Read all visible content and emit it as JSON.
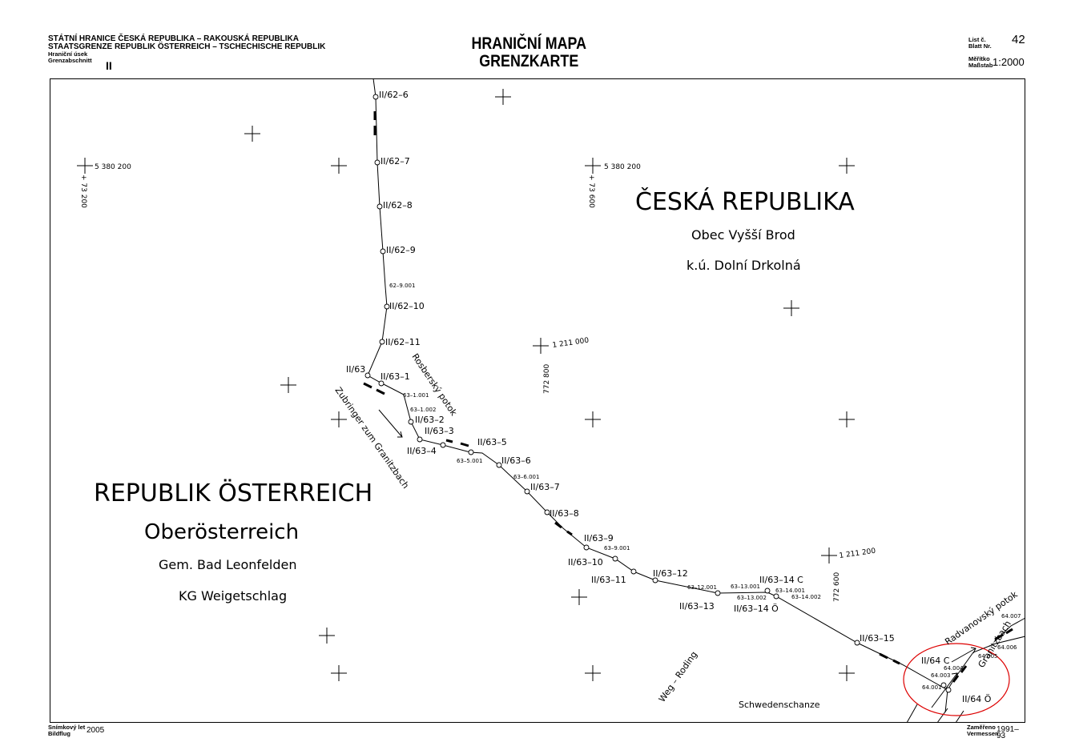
{
  "header": {
    "title_cz_line1": "STÁTNÍ HRANICE ČESKÁ REPUBLIKA – RAKOUSKÁ REPUBLIKA",
    "title_de_line2": "STAATSGRENZE REPUBLIK ÖSTERREICH – TSCHECHISCHE REPUBLIK",
    "section_label_cz": "Hraniční úsek",
    "section_label_de": "Grenzabschnitt",
    "section_value": "II",
    "map_title_cz": "HRANIČNÍ MAPA",
    "map_title_de": "GRENZKARTE",
    "sheet_label_cz": "List č.",
    "sheet_label_de": "Blatt Nr.",
    "sheet_number": "42",
    "scale_label_cz": "Měřítko",
    "scale_label_de": "Maßstab",
    "scale_value": "1:2000"
  },
  "footer": {
    "photo_label_cz": "Snímkový let",
    "photo_label_de": "Bildflug",
    "photo_year": "2005",
    "survey_label_cz": "Zaměřeno",
    "survey_label_de": "Vermessen",
    "survey_years": "1991–93"
  },
  "regions": {
    "cz_name": "ČESKÁ REPUBLIKA",
    "cz_municipality": "Obec Vyšší Brod",
    "cz_cadastre": "k.ú. Dolní Drkolná",
    "at_name": "REPUBLIK ÖSTERREICH",
    "at_state": "Oberösterreich",
    "at_municipality": "Gem. Bad Leonfelden",
    "at_cadastre": "KG Weigetschlag"
  },
  "coordinates": {
    "c1": "5 380 200",
    "c2": "+ 73 200",
    "c3": "5 380 200",
    "c4": "+ 73 600",
    "c5": "1 211 000",
    "c6": "772 800",
    "c7": "1 211 200",
    "c8": "772 600"
  },
  "water_features": {
    "rosbersky": "Rosberský potok",
    "zubringer": "Zubringer zum Granitzbach",
    "radvanovsky": "Radvanovský potok",
    "granitzbach": "Granitzbach",
    "weg": "Weg – Roding",
    "schwedenschanze": "Schwedenschanze"
  },
  "markers": {
    "m1": "II/62–6",
    "m2": "II/62–7",
    "m3": "II/62–8",
    "m4": "II/62–9",
    "m5": "62–9.001",
    "m6": "II/62–10",
    "m7": "II/62–11",
    "m8": "II/63",
    "m9": "II/63–1",
    "m10": "63–1.001",
    "m11": "63–1.002",
    "m12": "II/63–2",
    "m13": "II/63–3",
    "m14": "II/63–4",
    "m15": "II/63–5",
    "m16": "63–5.001",
    "m17": "II/63–6",
    "m18": "63–6.001",
    "m19": "II/63–7",
    "m20": "II/63–8",
    "m21": "II/63–9",
    "m22": "63–9.001",
    "m23": "II/63–10",
    "m24": "II/63–11",
    "m25": "II/63–12",
    "m26": "63–12.001",
    "m27": "63–13.001",
    "m28": "63–13.002",
    "m29": "II/63–13",
    "m30": "II/63–14 C",
    "m31": "63–14.001",
    "m32": "63–14.002",
    "m33": "II/63–14 Ö",
    "m34": "II/63–15",
    "m35": "II/64 C",
    "m36": "64.004",
    "m37": "64.003",
    "m38": "64.001",
    "m39": "II/64 Ö",
    "m40": "64.005",
    "m41": "64.006",
    "m42": "64.007"
  }
}
